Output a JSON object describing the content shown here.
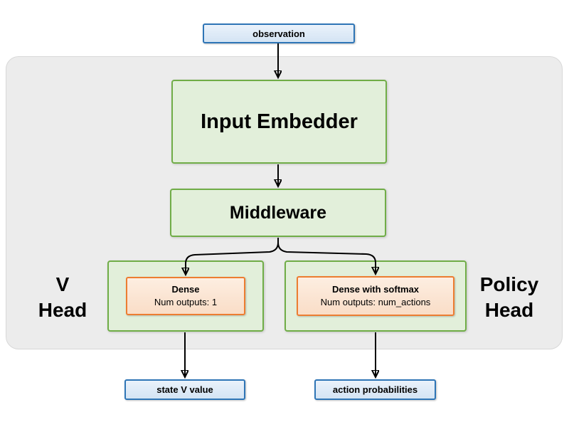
{
  "diagram": {
    "nodes": {
      "observation": {
        "label": "observation"
      },
      "input_embedder": {
        "label": "Input Embedder"
      },
      "middleware": {
        "label": "Middleware"
      },
      "v_dense": {
        "title": "Dense",
        "subtitle": "Num outputs: 1"
      },
      "policy_dense": {
        "title": "Dense with softmax",
        "subtitle": "Num outputs: num_actions"
      },
      "state_v_value": {
        "label": "state V value"
      },
      "action_probabilities": {
        "label": "action probabilities"
      }
    },
    "labels": {
      "v_head": {
        "line1": "V",
        "line2": "Head"
      },
      "policy_head": {
        "line1": "Policy",
        "line2": "Head"
      }
    },
    "colors": {
      "blue_border": "#2e75b6",
      "blue_fill_top": "#eaf2fb",
      "blue_fill_bottom": "#d4e4f4",
      "green_border": "#70ad47",
      "green_fill": "#e2efda",
      "orange_border": "#ed7d31",
      "orange_fill_top": "#fdeee1",
      "orange_fill_bottom": "#f9ddc7",
      "panel_fill": "#ececec",
      "panel_border": "#d8d8d8",
      "arrow": "#000000"
    }
  }
}
